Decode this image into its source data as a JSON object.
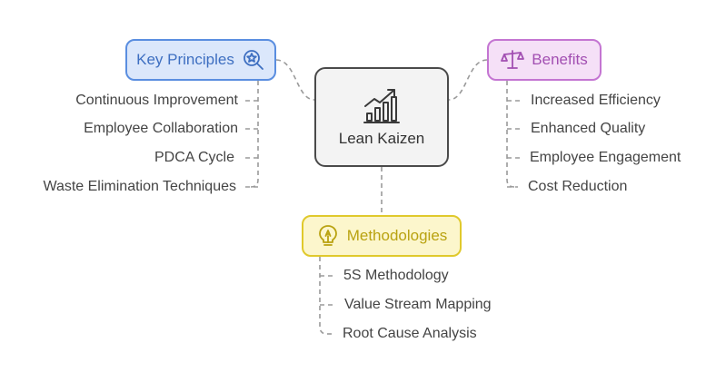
{
  "center": {
    "label": "Lean Kaizen",
    "icon": "growth-chart-icon"
  },
  "key_principles": {
    "label": "Key Principles",
    "icon": "magnifier-star-icon",
    "items": [
      "Continuous Improvement",
      "Employee Collaboration",
      "PDCA Cycle",
      "Waste Elimination Techniques"
    ]
  },
  "benefits": {
    "label": "Benefits",
    "icon": "balance-scale-icon",
    "items": [
      "Increased Efficiency",
      "Enhanced Quality",
      "Employee Engagement",
      "Cost Reduction"
    ]
  },
  "methodologies": {
    "label": "Methodologies",
    "icon": "lightbulb-icon",
    "items": [
      "5S Methodology",
      "Value Stream Mapping",
      "Root Cause Analysis"
    ]
  },
  "colors": {
    "connector": "#9a9a9a",
    "principles_accent": "#5a8ee0",
    "benefits_accent": "#c475d2",
    "methodologies_accent": "#e0c92c",
    "center_border": "#4a4a4a"
  }
}
